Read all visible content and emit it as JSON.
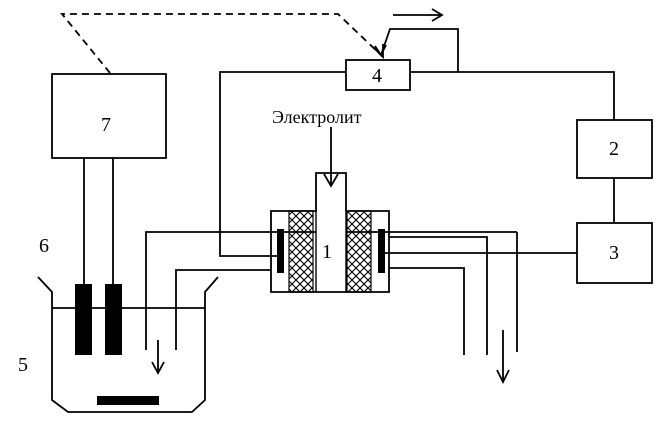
{
  "labels": {
    "electrolyte": "Электролит",
    "n1": "1",
    "n2": "2",
    "n3": "3",
    "n4": "4",
    "n5": "5",
    "n6": "6",
    "n7": "7"
  },
  "colors": {
    "line": "#000000",
    "background": "#ffffff"
  }
}
